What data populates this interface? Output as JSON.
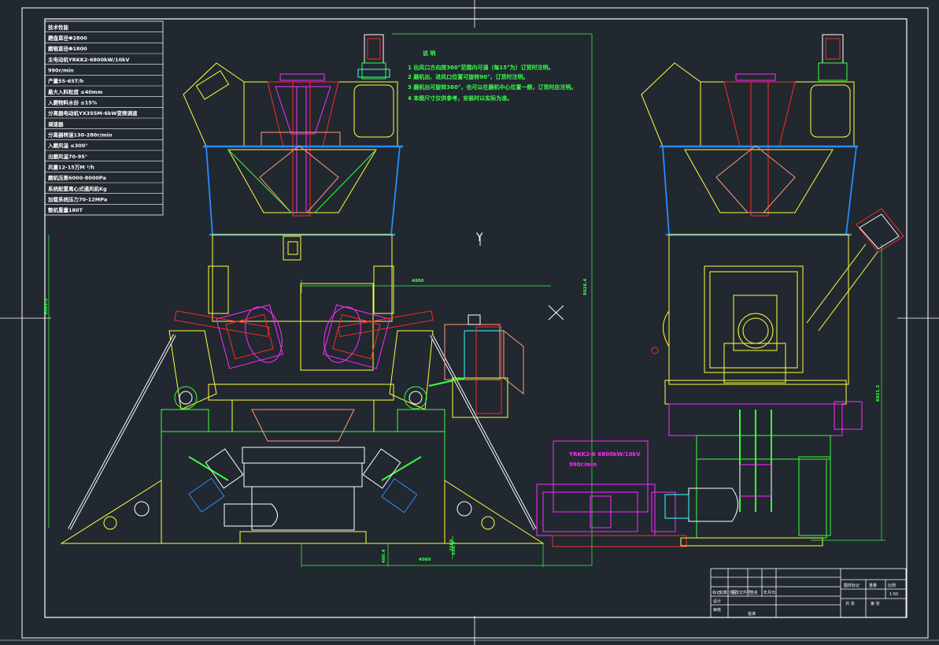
{
  "spec_table": {
    "rows": [
      "技术性能",
      "磨盘直径Φ2800",
      "磨辊直径Φ1800",
      "主电动机YRKK2-6800kW/10kV",
      "990r/min",
      "产量55-65T/h",
      "最大入料粒度  ≤40mm",
      "入磨物料水份  ≤15%",
      "分离器电动机YX355M-6kW变频调速",
      "调速器",
      "分离器转速130-280r/min",
      "入磨风温  ≤300°",
      "出磨风温70-95°",
      "风量12-15万M   ³/h",
      "磨机压差6000-8000Pa",
      "系统配置离心式通风机Kg",
      "加载系统压力70-12MPa",
      "整机重量180T"
    ]
  },
  "notes": {
    "title": "说    明",
    "items": [
      "1 出风口方向按360°范围内可调（每15°为）订货时注明。",
      "2 磨机出、进风口位置可旋转90°，订货时注明。",
      "3 磨机出可旋转360°，也可以在磨机中心位置一侧，订货时应注明。",
      "4 本图尺寸仅供参考，安装时以实际为准。"
    ]
  },
  "axis": {
    "y_label": "Y"
  },
  "motor": {
    "label_line1": "YRKK2-6  6800kW/10kV",
    "label_line2": "990r/min"
  },
  "dims": {
    "top_width": "4800",
    "height_total": "8926.4",
    "height_right": "6821.3",
    "left_height": "5022.1",
    "base_width": "4060",
    "base_small": "2160",
    "base_h1": "400.4",
    "base_h2": "310.5"
  },
  "title_block": {
    "cells": [
      "标记",
      "处数",
      "分区",
      "更改文件号",
      "签名",
      "年月日",
      "设计",
      "审核",
      "批准"
    ],
    "right_cells": [
      "图样标记",
      "重量",
      "比例",
      "1:50",
      "共  张",
      "第  张"
    ]
  },
  "colors": {
    "background": "#212830",
    "frame": "#ffffff",
    "yellow": "#ffff3a",
    "green": "#3aff3a",
    "blue": "#2a8cff",
    "magenta": "#ff2aff",
    "red": "#ff2a2a",
    "cyan": "#3affff",
    "salmon": "#ff9a7a"
  }
}
